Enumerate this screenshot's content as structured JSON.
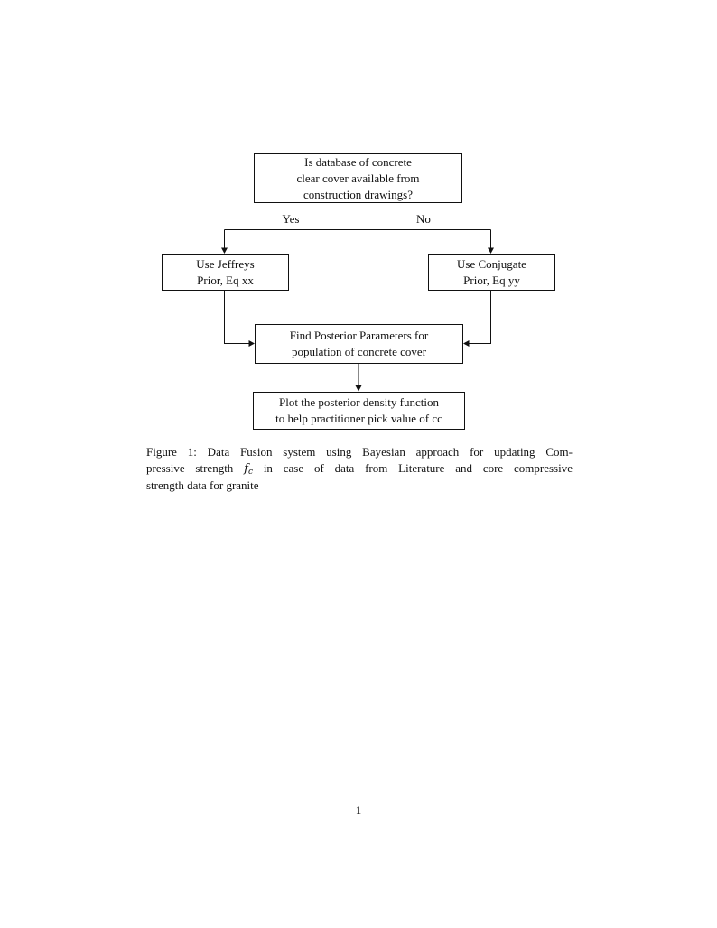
{
  "page": {
    "number": "1",
    "background_color": "#ffffff",
    "ink_color": "#111111"
  },
  "diagram": {
    "type": "flowchart",
    "boxes": {
      "decision": {
        "lines": [
          "Is database of concrete",
          "clear cover available from",
          "construction drawings?"
        ]
      },
      "jeffreys": {
        "lines": [
          "Use Jeffreys",
          "Prior, Eq xx"
        ]
      },
      "conjugate": {
        "lines": [
          "Use Conjugate",
          "Prior, Eq yy"
        ]
      },
      "posterior": {
        "lines": [
          "Find Posterior Parameters for",
          "population of concrete cover"
        ]
      },
      "plot": {
        "lines": [
          "Plot the posterior density function",
          "to help practitioner pick value of cc"
        ]
      }
    },
    "edge_labels": {
      "yes": "Yes",
      "no": "No"
    },
    "flow": [
      "decision -Yes-> jeffreys",
      "decision -No-> conjugate",
      "jeffreys -> posterior",
      "conjugate -> posterior",
      "posterior -> plot"
    ]
  },
  "caption": {
    "line1": "Figure 1: Data Fusion system using Bayesian approach for updating Com-",
    "line2_pre": "pressive strength ",
    "math_symbol": "f",
    "math_subscript": "c",
    "line2_post": " in case of data from Literature and core compressive",
    "line3": "strength data for granite"
  }
}
